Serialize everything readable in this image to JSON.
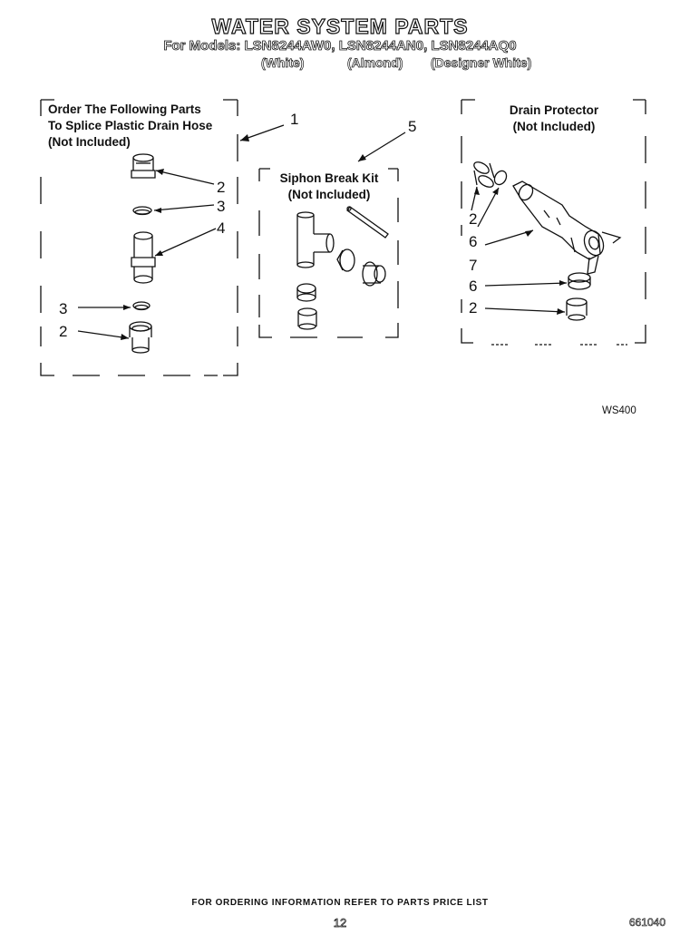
{
  "header": {
    "title": "WATER SYSTEM PARTS",
    "models": "For Models: LSN8244AW0, LSN8244AN0, LSN8244AQ0",
    "variant_white": "(White)",
    "variant_almond": "(Almond)",
    "variant_designer": "(Designer White)"
  },
  "groups": {
    "splice": {
      "title_line1": "Order The Following Parts",
      "title_line2": "To Splice Plastic Drain Hose",
      "title_line3": "(Not Included)"
    },
    "siphon": {
      "title_line1": "Siphon Break Kit",
      "title_line2": "(Not Included)"
    },
    "drain": {
      "title_line1": "Drain Protector",
      "title_line2": "(Not Included)"
    }
  },
  "callouts": {
    "c1": "1",
    "c2a": "2",
    "c3a": "3",
    "c4": "4",
    "c3b": "3",
    "c2b": "2",
    "c5": "5",
    "c2c": "2",
    "c6a": "6",
    "c7": "7",
    "c6b": "6",
    "c2d": "2"
  },
  "diagram_code": "WS400",
  "footer": {
    "ordering": "FOR ORDERING INFORMATION REFER TO PARTS PRICE LIST",
    "page": "12",
    "part_code": "661040"
  }
}
